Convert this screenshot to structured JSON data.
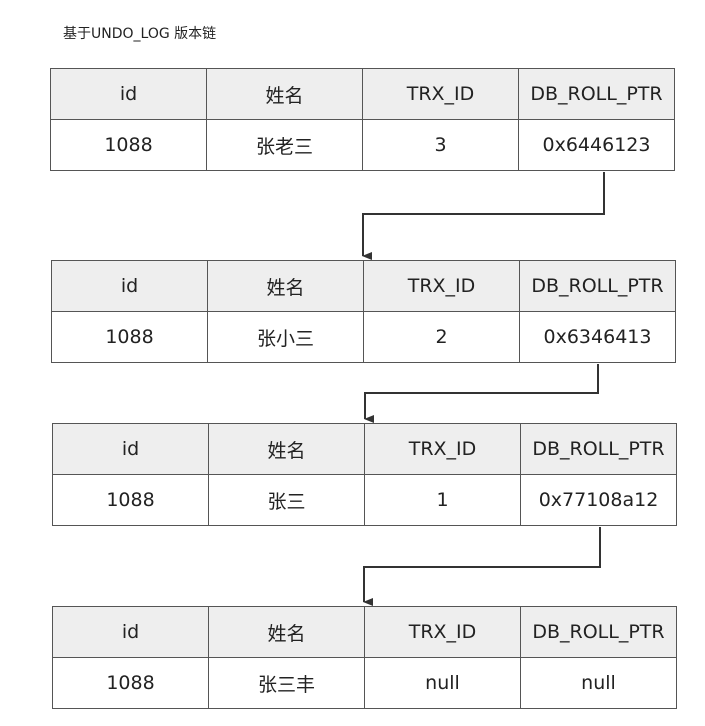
{
  "title": "基于UNDO_LOG 版本链",
  "headers": [
    "id",
    "姓名",
    "TRX_ID",
    "DB_ROLL_PTR"
  ],
  "records": [
    {
      "id": "1088",
      "name": "张老三",
      "trx_id": "3",
      "roll_ptr": "0x6446123"
    },
    {
      "id": "1088",
      "name": "张小三",
      "trx_id": "2",
      "roll_ptr": "0x6346413"
    },
    {
      "id": "1088",
      "name": "张三",
      "trx_id": "1",
      "roll_ptr": "0x77108a12"
    },
    {
      "id": "1088",
      "name": "张三丰",
      "trx_id": "null",
      "roll_ptr": "null"
    }
  ]
}
